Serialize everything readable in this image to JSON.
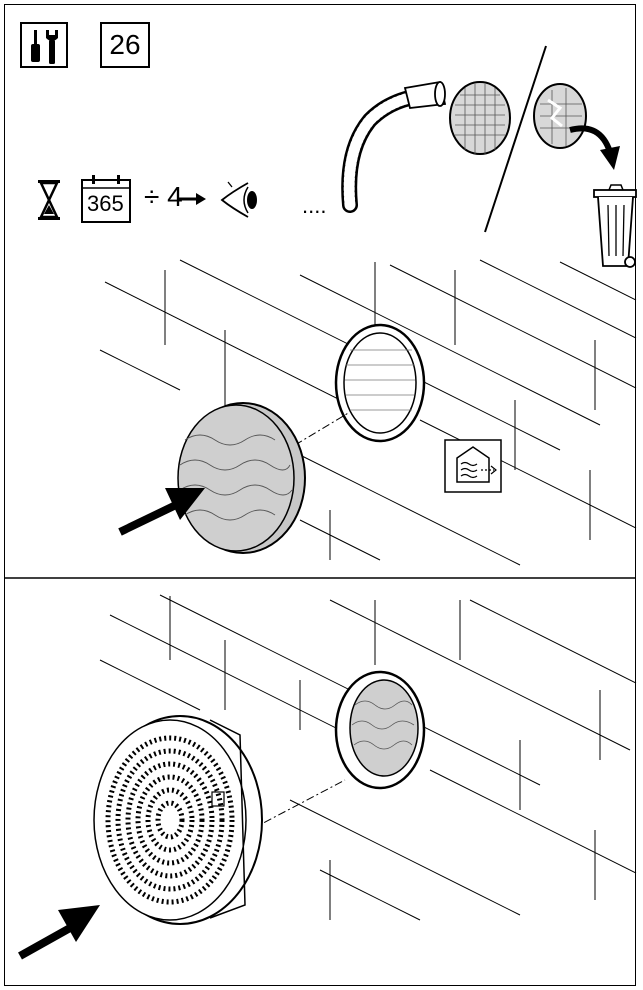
{
  "header": {
    "tool_icon": "screwdriver-and-wrench-icon",
    "step_number": "26"
  },
  "interval": {
    "hourglass_icon": "hourglass-icon",
    "calendar_icon": "calendar-icon",
    "days": "365",
    "divide_symbol": "÷",
    "divisor": "4",
    "arrow_icon": "right-arrow-icon",
    "inspect_icon": "eye-icon",
    "ellipsis": "...."
  },
  "panels": [
    {
      "name": "clean-or-replace",
      "icons": [
        "vacuum-nozzle-icon",
        "filter-pad-icon",
        "torn-filter-icon",
        "curved-arrow-icon",
        "waste-bin-icon"
      ]
    },
    {
      "name": "insert-filter",
      "icons": [
        "filter-pad-icon",
        "push-arrow-icon",
        "wall-duct-icon",
        "extract-air-house-icon"
      ]
    },
    {
      "name": "fit-grille",
      "icons": [
        "round-grille-icon",
        "push-arrow-icon",
        "wall-duct-icon"
      ]
    }
  ]
}
